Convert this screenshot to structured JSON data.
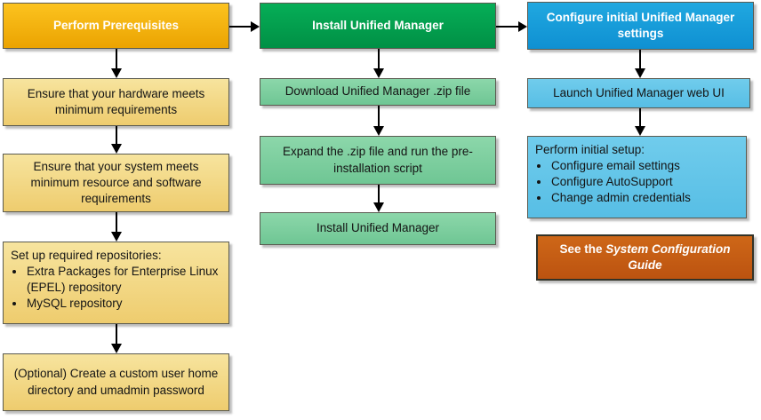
{
  "colors": {
    "gold-top": "#FCC31F",
    "gold-bot": "#EBA301",
    "yellow-top": "#F7E49E",
    "yellow-bot": "#EECC6E",
    "green-top": "#06AE57",
    "green-bot": "#009045",
    "ltgreen-top": "#8CD7AA",
    "ltgreen-bot": "#6FC694",
    "blue-top": "#20A8E0",
    "blue-bot": "#0F90D2",
    "ltblue-top": "#70CCEC",
    "ltblue-bot": "#57BEE5",
    "orange-top": "#CE6718",
    "orange-bot": "#BC5310",
    "arrow-color": "#000000"
  },
  "col1": {
    "header": "Perform Prerequisites",
    "step1": "Ensure that your hardware meets minimum requirements",
    "step2": "Ensure that your system meets minimum resource and software requirements",
    "step3_title": "Set up required repositories:",
    "step3_bullet1": "Extra Packages for Enterprise Linux (EPEL) repository",
    "step3_bullet2": "MySQL repository",
    "step4": "(Optional) Create a custom user home directory and umadmin password"
  },
  "col2": {
    "header": "Install Unified Manager",
    "step1": "Download Unified Manager .zip file",
    "step2": "Expand the .zip file and run the pre-installation script",
    "step3": "Install Unified Manager"
  },
  "col3": {
    "header": "Configure initial Unified Manager settings",
    "step1": "Launch Unified Manager web UI",
    "step2_title": "Perform initial setup:",
    "step2_bullet1": "Configure email settings",
    "step2_bullet2": "Configure AutoSupport",
    "step2_bullet3": "Change admin credentials",
    "note_prefix": "See the ",
    "note_italic": "System Configuration Guide"
  }
}
